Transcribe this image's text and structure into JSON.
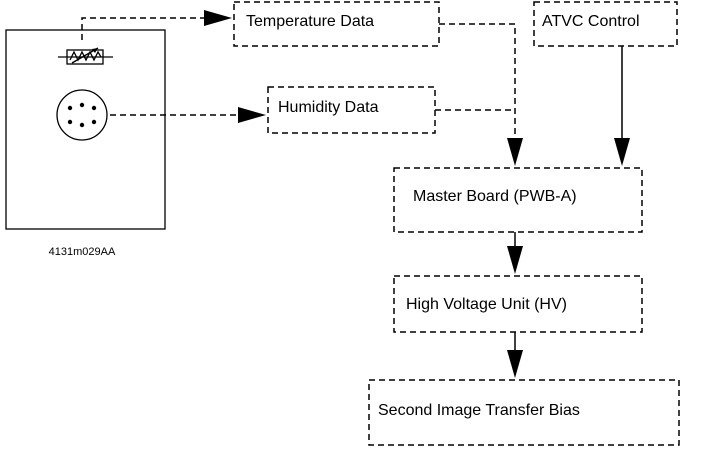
{
  "figure_code": "4131m029AA",
  "nodes": {
    "temperature": "Temperature Data",
    "humidity": "Humidity Data",
    "atvc": "ATVC Control",
    "master": "Master Board (PWB-A)",
    "hv": "High Voltage Unit (HV)",
    "bias": "Second Image Transfer Bias"
  },
  "icons": {
    "thermistor": "thermistor-icon",
    "humidity_sensor": "humidity-sensor-icon"
  }
}
